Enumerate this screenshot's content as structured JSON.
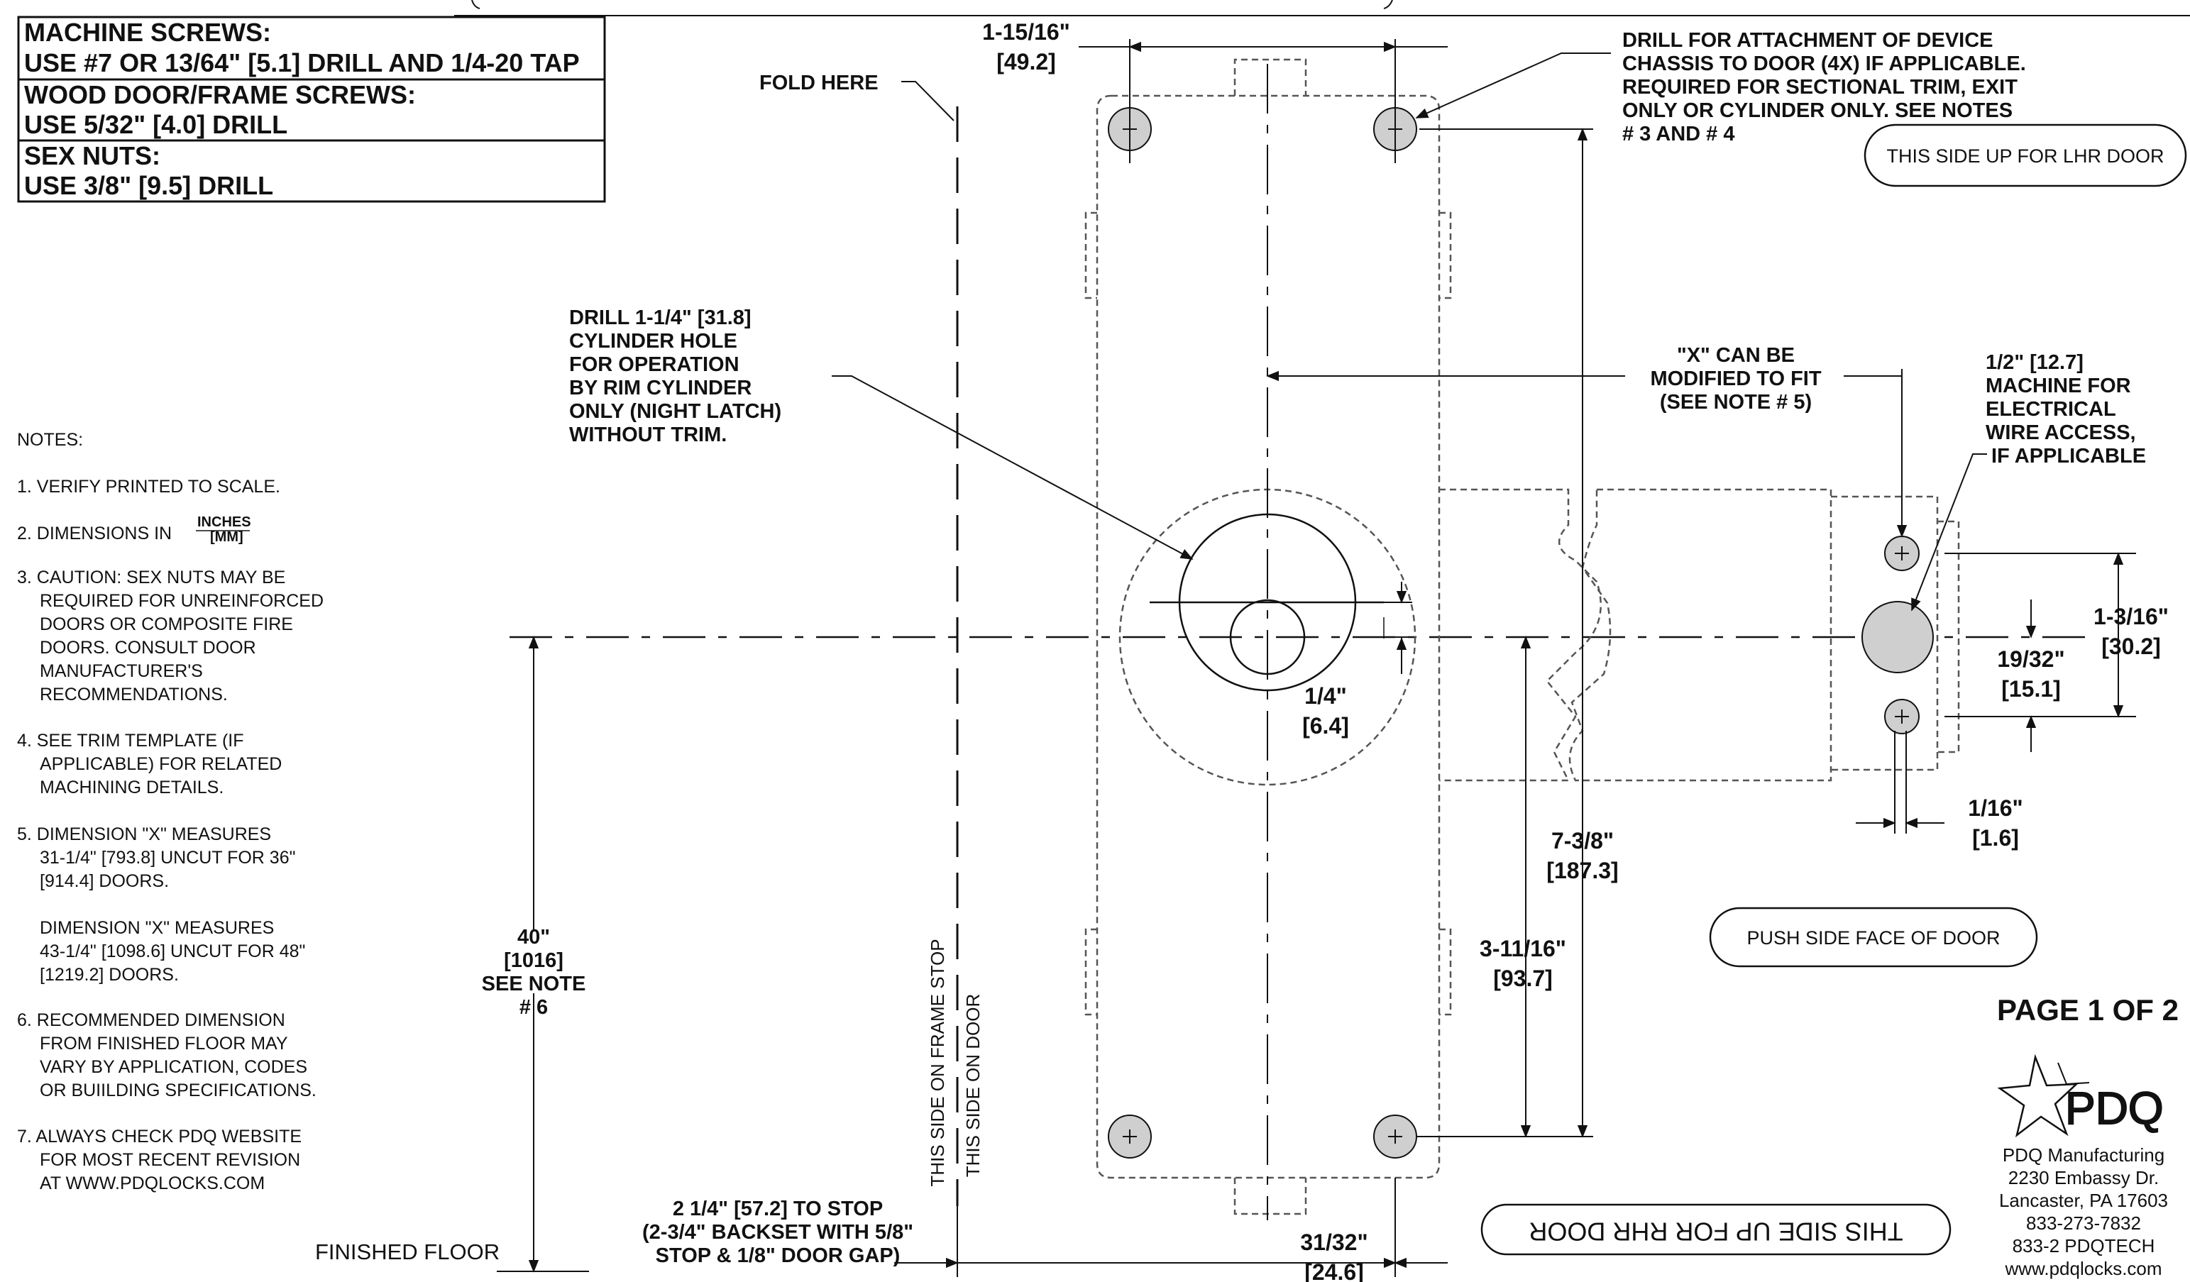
{
  "screw_table": [
    {
      "heading": "MACHINE SCREWS:",
      "detail": "USE #7 OR 13/64\" [5.1] DRILL AND 1/4-20 TAP"
    },
    {
      "heading": "WOOD DOOR/FRAME SCREWS:",
      "detail": "USE 5/32\" [4.0] DRILL"
    },
    {
      "heading": "SEX NUTS:",
      "detail": "USE 3/8\" [9.5] DRILL"
    }
  ],
  "fold_here": "FOLD HERE",
  "notes": {
    "title": "NOTES:",
    "n1": "1. VERIFY PRINTED TO SCALE.",
    "n2": "2. DIMENSIONS IN",
    "n2_units_top": "INCHES",
    "n2_units_bottom": "[MM]",
    "n3": [
      "3. CAUTION: SEX NUTS MAY BE",
      "REQUIRED FOR UNREINFORCED",
      "DOORS OR COMPOSITE FIRE",
      "DOORS. CONSULT DOOR",
      "MANUFACTURER'S",
      "RECOMMENDATIONS."
    ],
    "n4": [
      "4. SEE TRIM TEMPLATE (IF",
      "APPLICABLE) FOR RELATED",
      "MACHINING DETAILS."
    ],
    "n5": [
      "5. DIMENSION \"X\" MEASURES",
      "31-1/4\" [793.8] UNCUT FOR 36\"",
      "[914.4] DOORS."
    ],
    "n5b": [
      "DIMENSION \"X\" MEASURES",
      "43-1/4\" [1098.6] UNCUT FOR 48\"",
      "[1219.2] DOORS."
    ],
    "n6": [
      "6. RECOMMENDED DIMENSION",
      "FROM FINISHED FLOOR MAY",
      "VARY BY APPLICATION, CODES",
      "OR BUIILDING SPECIFICATIONS."
    ],
    "n7": [
      "7. ALWAYS CHECK PDQ WEBSITE",
      "FOR MOST RECENT REVISION",
      "AT WWW.PDQLOCKS.COM"
    ]
  },
  "callouts": {
    "drill_cylinder": [
      "DRILL 1-1/4\" [31.8]",
      "CYLINDER HOLE",
      "FOR OPERATION",
      "BY RIM CYLINDER",
      "ONLY (NIGHT LATCH)",
      "WITHOUT TRIM."
    ],
    "drill_attachment": [
      "DRILL FOR ATTACHMENT OF DEVICE",
      "CHASSIS TO DOOR (4X) IF APPLICABLE.",
      "REQUIRED FOR SECTIONAL TRIM, EXIT",
      "ONLY OR CYLINDER ONLY. SEE NOTES",
      "# 3 AND # 4"
    ],
    "x_modified": [
      "\"X\" CAN BE",
      "MODIFIED TO FIT",
      "(SEE NOTE # 5)"
    ],
    "wire_access": [
      "1/2\" [12.7]",
      "MACHINE FOR",
      "ELECTRICAL",
      "WIRE ACCESS,",
      "IF APPLICABLE"
    ],
    "stop": [
      "2 1/4\" [57.2] TO STOP",
      "(2-3/4\" BACKSET WITH 5/8\"",
      "STOP & 1/8\" DOOR GAP)"
    ]
  },
  "dimensions": {
    "top_width": [
      "1-15/16\"",
      "[49.2]"
    ],
    "offset": [
      "1/4\"",
      "[6.4]"
    ],
    "height_long": [
      "7-3/8\"",
      "[187.3]"
    ],
    "height_short": [
      "3-11/16\"",
      "[93.7]"
    ],
    "hole_spacing": [
      "1-3/16\"",
      "[30.2]"
    ],
    "center_to_hole": [
      "19/32\"",
      "[15.1]"
    ],
    "small_gap": [
      "1/16\"",
      "[1.6]"
    ],
    "floor_height": [
      "40\"",
      "[1016]",
      "SEE NOTE",
      "# 6"
    ],
    "bottom_width": [
      "31/32\"",
      "[24.6]"
    ]
  },
  "labels": {
    "lhr": "THIS SIDE UP FOR LHR DOOR",
    "rhr": "THIS SIDE UP FOR  RHR DOOR",
    "push_side": "PUSH SIDE FACE OF DOOR",
    "frame_stop": "THIS SIDE ON FRAME STOP",
    "on_door": "THIS SIDE ON DOOR",
    "finished_floor": "FINISHED FLOOR",
    "page": "PAGE 1 OF 2"
  },
  "company": {
    "logo": "PDQ",
    "address": [
      "PDQ Manufacturing",
      "2230 Embassy Dr.",
      "Lancaster, PA 17603",
      "833-273-7832",
      "833-2 PDQTECH",
      "www.pdqlocks.com"
    ]
  }
}
